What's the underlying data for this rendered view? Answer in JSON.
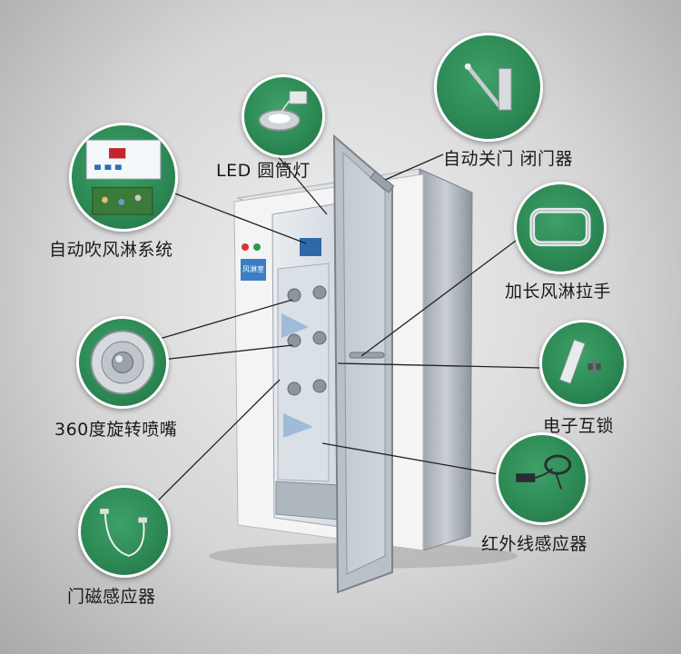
{
  "features": {
    "led_light": "LED  圆筒灯",
    "auto_door_closer": "自动关门  闭门器",
    "auto_shower_system": "自动吹风淋系统",
    "long_handle": "加长风淋拉手",
    "nozzle_360": "360度旋转喷嘴",
    "electronic_interlock": "电子互锁",
    "infrared_sensor": "红外线感应器",
    "door_magnetic_sensor": "门磁感应器"
  },
  "cabinet": {
    "panel_sign": "风淋室"
  },
  "colors": {
    "circle_green": "#2d8a55",
    "circle_border": "#ffffff",
    "stainless": "#b8bec4",
    "cabinet_white": "#f4f4f4",
    "leader_line": "#222222"
  }
}
